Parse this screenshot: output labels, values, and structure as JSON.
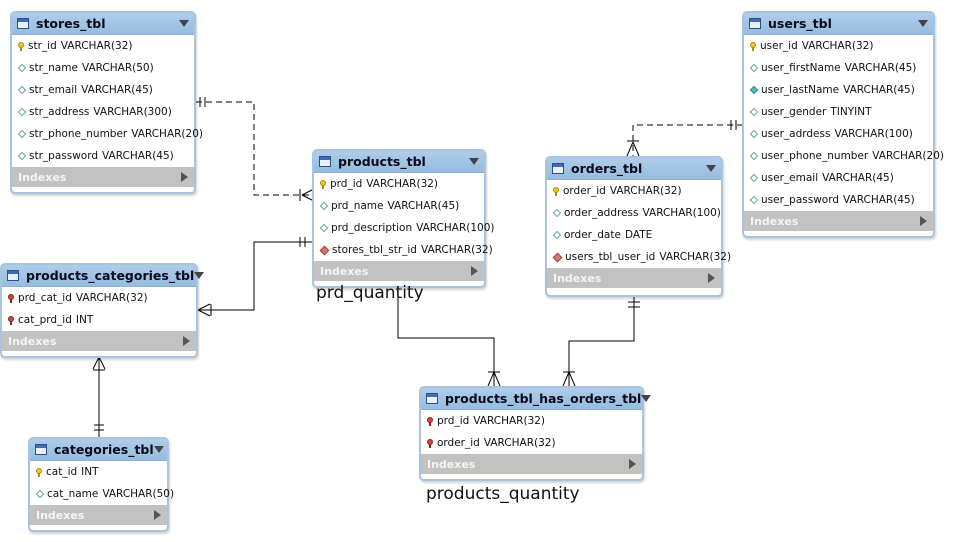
{
  "tables": {
    "stores": {
      "title": "stores_tbl",
      "columns": [
        {
          "key": "pk",
          "name": "str_id",
          "type": "VARCHAR(32)"
        },
        {
          "key": "col",
          "name": "str_name",
          "type": "VARCHAR(50)"
        },
        {
          "key": "col",
          "name": "str_email",
          "type": "VARCHAR(45)"
        },
        {
          "key": "col",
          "name": "str_address",
          "type": "VARCHAR(300)"
        },
        {
          "key": "col",
          "name": "str_phone_number",
          "type": "VARCHAR(20)"
        },
        {
          "key": "col",
          "name": "str_password",
          "type": "VARCHAR(45)"
        }
      ],
      "indexes_label": "Indexes"
    },
    "products": {
      "title": "products_tbl",
      "columns": [
        {
          "key": "pk",
          "name": "prd_id",
          "type": "VARCHAR(32)"
        },
        {
          "key": "col",
          "name": "prd_name",
          "type": "VARCHAR(45)"
        },
        {
          "key": "col",
          "name": "prd_description",
          "type": "VARCHAR(100)"
        },
        {
          "key": "fkcol",
          "name": "stores_tbl_str_id",
          "type": "VARCHAR(32)"
        }
      ],
      "indexes_label": "Indexes"
    },
    "products_categories": {
      "title": "products_categories_tbl",
      "columns": [
        {
          "key": "fk",
          "name": "prd_cat_id",
          "type": "VARCHAR(32)"
        },
        {
          "key": "fk",
          "name": "cat_prd_id",
          "type": "INT"
        }
      ],
      "indexes_label": "Indexes"
    },
    "categories": {
      "title": "categories_tbl",
      "columns": [
        {
          "key": "pk",
          "name": "cat_id",
          "type": "INT"
        },
        {
          "key": "col",
          "name": "cat_name",
          "type": "VARCHAR(50)"
        }
      ],
      "indexes_label": "Indexes"
    },
    "orders": {
      "title": "orders_tbl",
      "columns": [
        {
          "key": "pk",
          "name": "order_id",
          "type": "VARCHAR(32)"
        },
        {
          "key": "col",
          "name": "order_address",
          "type": "VARCHAR(100)"
        },
        {
          "key": "col",
          "name": "order_date",
          "type": "DATE"
        },
        {
          "key": "fkcol",
          "name": "users_tbl_user_id",
          "type": "VARCHAR(32)"
        }
      ],
      "indexes_label": "Indexes"
    },
    "users": {
      "title": "users_tbl",
      "columns": [
        {
          "key": "pk",
          "name": "user_id",
          "type": "VARCHAR(32)"
        },
        {
          "key": "col",
          "name": "user_firstName",
          "type": "VARCHAR(45)"
        },
        {
          "key": "nn",
          "name": "user_lastName",
          "type": "VARCHAR(45)"
        },
        {
          "key": "col",
          "name": "user_gender",
          "type": "TINYINT"
        },
        {
          "key": "col",
          "name": "user_adrdess",
          "type": "VARCHAR(100)"
        },
        {
          "key": "col",
          "name": "user_phone_number",
          "type": "VARCHAR(20)"
        },
        {
          "key": "col",
          "name": "user_email",
          "type": "VARCHAR(45)"
        },
        {
          "key": "col",
          "name": "user_password",
          "type": "VARCHAR(45)"
        }
      ],
      "indexes_label": "Indexes"
    },
    "products_has_orders": {
      "title": "products_tbl_has_orders_tbl",
      "columns": [
        {
          "key": "fk",
          "name": "prd_id",
          "type": "VARCHAR(32)"
        },
        {
          "key": "fk",
          "name": "order_id",
          "type": "VARCHAR(32)"
        }
      ],
      "indexes_label": "Indexes"
    }
  },
  "annotations": {
    "prd_quantity": "prd_quantity",
    "products_quantity": "products_quantity"
  },
  "icons": {
    "pk": "primary-key-icon",
    "fk": "foreign-key-icon",
    "col": "column-diamond-icon",
    "nn": "not-null-column-icon",
    "fkcol": "foreign-key-column-icon",
    "table": "table-icon"
  },
  "colors": {
    "header": "#a6c7e6",
    "border": "#a9c4de",
    "indexes_bar": "#c2c2c2",
    "pk": "#f3c623",
    "fk": "#d8443a",
    "connector": "#000000"
  }
}
